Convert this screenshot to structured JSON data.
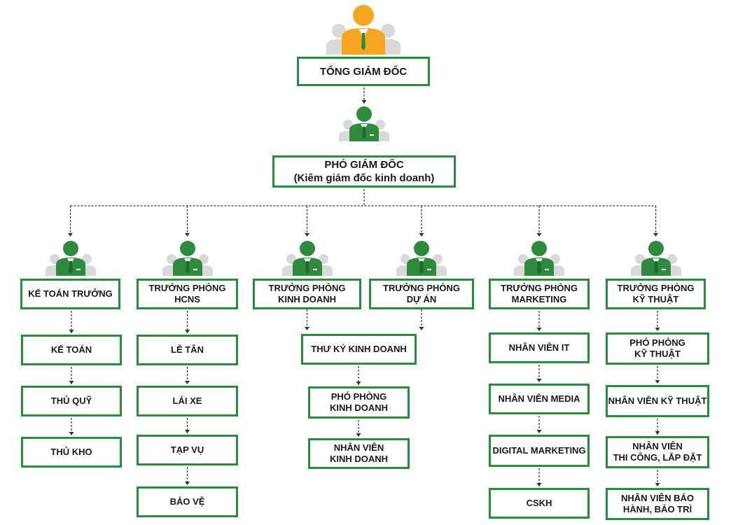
{
  "diagram": {
    "colors": {
      "box_border": "#2e8b3e",
      "leader_icon": "#f5a623",
      "manager_icon": "#2e8b3e",
      "staff_icon": "#d9d9d9",
      "connector": "#333333"
    },
    "icons": {
      "ceo": "orange-person-group-icon",
      "manager": "green-person-group-icon"
    },
    "ceo": {
      "line1": "TỔNG GIÁM ĐỐC"
    },
    "deputy": {
      "line1": "PHÓ GIÁM ĐỐC",
      "line2": "(Kiêm giám đốc kinh doanh)"
    },
    "departments": [
      {
        "line1": "KẾ TOÁN TRƯỞNG",
        "staff": [
          {
            "line1": "KẾ TOÁN"
          },
          {
            "line1": "THỦ QUỸ"
          },
          {
            "line1": "THỦ KHO"
          }
        ]
      },
      {
        "line1": "TRƯỞNG PHÒNG",
        "line2": "HCNS",
        "staff": [
          {
            "line1": "LỄ TÂN"
          },
          {
            "line1": "LÁI XE"
          },
          {
            "line1": "TẠP VỤ"
          },
          {
            "line1": "BẢO VỆ"
          }
        ]
      },
      {
        "line1": "TRƯỞNG PHÒNG",
        "line2": "KINH DOANH"
      },
      {
        "line1": "TRƯỞNG PHÒNG",
        "line2": "DỰ ÁN"
      },
      {
        "line1": "TRƯỞNG PHÒNG",
        "line2": "MARKETING",
        "staff": [
          {
            "line1": "NHÂN VIÊN IT"
          },
          {
            "line1": "NHÂN VIÊN MEDIA"
          },
          {
            "line1": "DIGITAL MARKETING"
          },
          {
            "line1": "CSKH"
          }
        ]
      },
      {
        "line1": "TRƯỞNG PHÒNG",
        "line2": "KỸ THUẬT",
        "staff": [
          {
            "line1": "PHÓ PHÒNG",
            "line2": "KỸ THUẬT"
          },
          {
            "line1": "NHÂN VIÊN KỸ THUẬT"
          },
          {
            "line1": "NHÂN VIÊN",
            "line2": "THI CÔNG, LẮP ĐẶT"
          },
          {
            "line1": "NHÂN VIÊN BẢO",
            "line2": "HÀNH, BẢO TRÌ"
          }
        ]
      }
    ],
    "shared": [
      {
        "line1": "THƯ KÝ KINH DOANH"
      },
      {
        "line1": "PHÓ PHÒNG",
        "line2": "KINH DOANH"
      },
      {
        "line1": "NHÂN VIÊN",
        "line2": "KINH DOANH"
      }
    ]
  }
}
